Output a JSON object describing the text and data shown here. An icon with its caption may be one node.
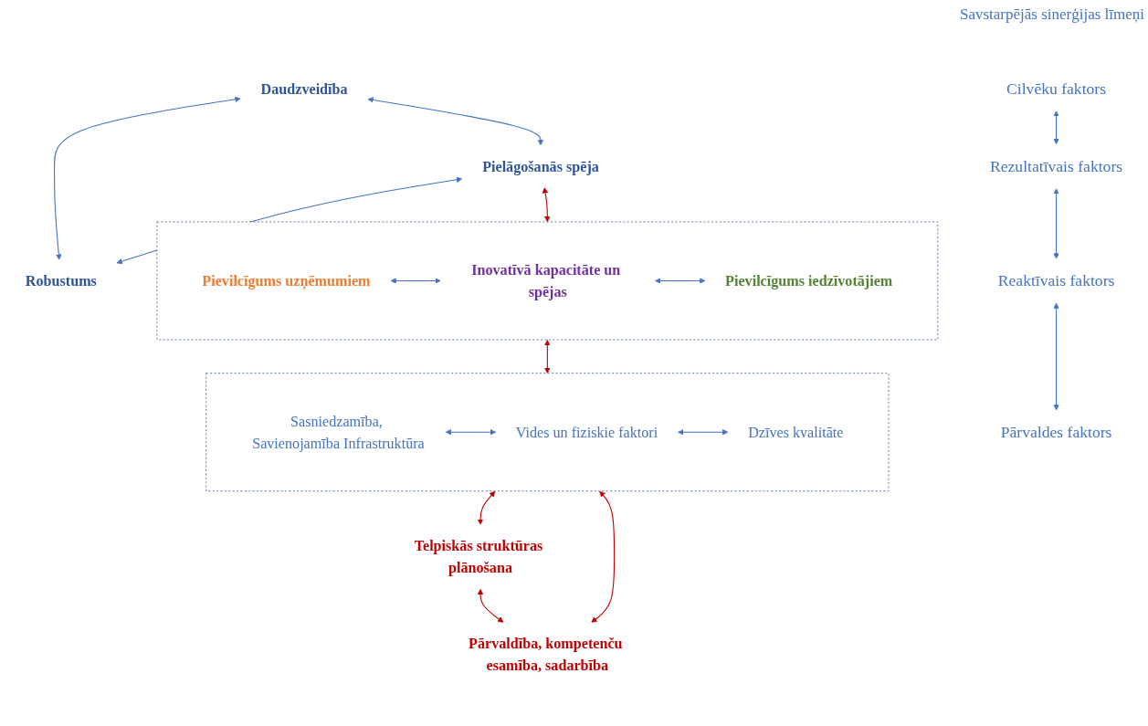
{
  "diagram": {
    "title": "Savstarpējās sinerģijas līmeņi",
    "nodes": [
      {
        "text": [
          "Daudzveidība"
        ]
      },
      {
        "text": [
          "Robustums"
        ]
      },
      {
        "text": [
          "Pielāgošanās spēja"
        ]
      },
      {
        "text": [],
        "shape": "box"
      },
      {
        "text": [
          "Pievilcīgums uzņēmumiem"
        ],
        "in": 3
      },
      {
        "text": [
          "Inovatīvā kapacitāte un spējas"
        ],
        "in": 3
      },
      {
        "text": [
          "Pievilcīgums iedzīvotājiem"
        ],
        "in": 3
      },
      {
        "text": [],
        "shape": "box"
      },
      {
        "text": [
          "Sasniedzamība, Savienojamība Infrastruktūra"
        ],
        "in": 7
      },
      {
        "text": [
          "Vides un fiziskie faktori"
        ],
        "in": 7
      },
      {
        "text": [
          "Dzīves kvalitāte"
        ],
        "in": 7
      },
      {
        "text": [
          "Telpiskās struktūras plānošana"
        ]
      },
      {
        "text": [
          "Pārvaldība, kompetenču esamība, sadarbība"
        ]
      },
      {
        "text": [
          "Cilvēku faktors"
        ]
      },
      {
        "text": [
          "Rezultatīvais faktors"
        ]
      },
      {
        "text": [
          "Reaktīvais faktors"
        ]
      },
      {
        "text": [
          "Pārvaldes faktors"
        ]
      }
    ],
    "edges": [
      {
        "from": 0,
        "to": 1,
        "arrow": "both"
      },
      {
        "from": 0,
        "to": 2,
        "arrow": "both"
      },
      {
        "from": 2,
        "to": 1,
        "arrow": "both"
      },
      {
        "from": 2,
        "to": 3,
        "arrow": "both",
        "color": "#c00000"
      },
      {
        "from": 4,
        "to": 5,
        "arrow": "both"
      },
      {
        "from": 5,
        "to": 6,
        "arrow": "both"
      },
      {
        "from": 3,
        "to": 7,
        "arrow": "both",
        "color": "#c00000"
      },
      {
        "from": 8,
        "to": 9,
        "arrow": "both"
      },
      {
        "from": 9,
        "to": 10,
        "arrow": "both"
      },
      {
        "from": 7,
        "to": 11,
        "arrow": "both",
        "color": "#c00000"
      },
      {
        "from": 7,
        "to": 12,
        "arrow": "both",
        "color": "#c00000"
      },
      {
        "from": 11,
        "to": 12,
        "arrow": "both",
        "color": "#c00000"
      },
      {
        "from": 13,
        "to": 14,
        "arrow": "both"
      },
      {
        "from": 14,
        "to": 15,
        "arrow": "both"
      },
      {
        "from": 15,
        "to": 16,
        "arrow": "both"
      }
    ]
  }
}
